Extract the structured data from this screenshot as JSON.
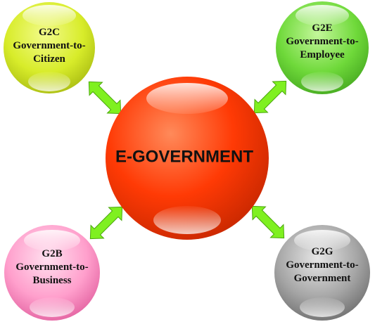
{
  "center": {
    "label": "E-GOVERNMENT",
    "color": "#ff3a05"
  },
  "nodes": {
    "g2c": {
      "code": "G2C",
      "line1": "Government-to-",
      "line2": "Citizen",
      "color": "#d8ec2a"
    },
    "g2e": {
      "code": "G2E",
      "line1": "Government-to-",
      "line2": "Employee",
      "color": "#6fd93a"
    },
    "g2b": {
      "code": "G2B",
      "line1": "Government-to-",
      "line2": "Business",
      "color": "#ff8fc4"
    },
    "g2g": {
      "code": "G2G",
      "line1": "Government-to-",
      "line2": "Government",
      "color": "#9a9a9a"
    }
  },
  "arrow_color": "#7ff020",
  "icons": {
    "connector": "double-arrow-icon"
  }
}
